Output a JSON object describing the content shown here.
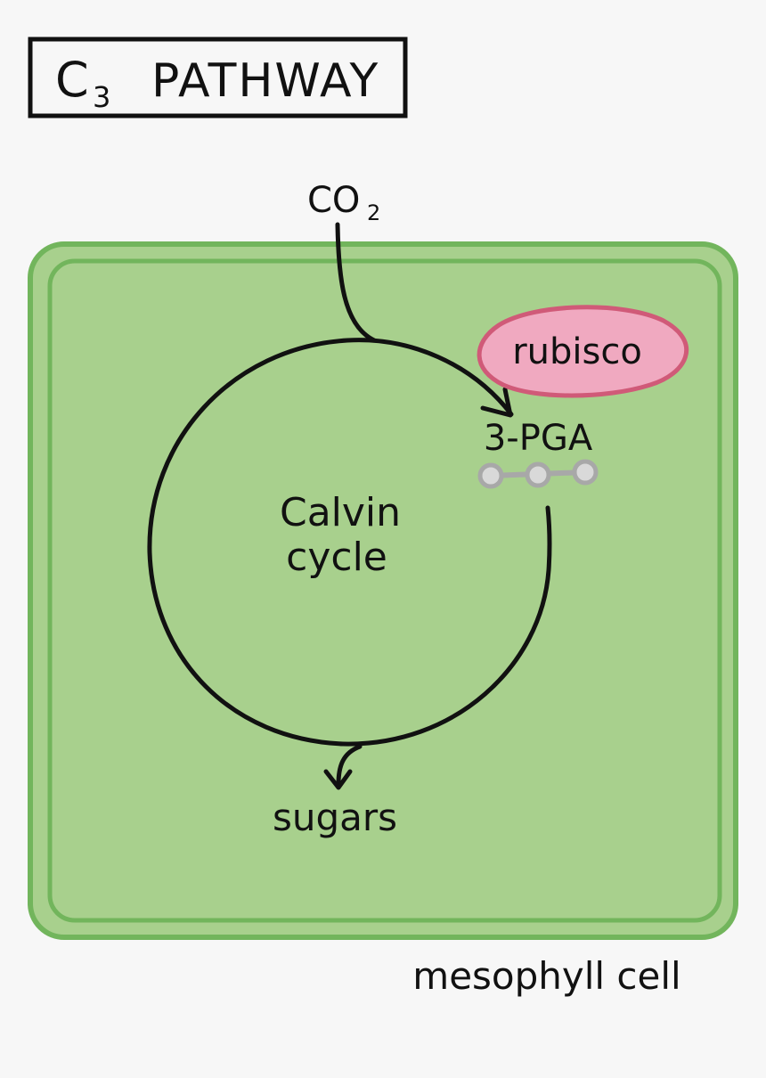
{
  "title": {
    "prefix": "C",
    "subscript": "3",
    "text": "PATHWAY"
  },
  "co2": {
    "main": "CO",
    "subscript": "2"
  },
  "enzyme": "rubisco",
  "product": "3-PGA",
  "cycle": {
    "line1": "Calvin",
    "line2": "cycle"
  },
  "output": "sugars",
  "cell_label": "mesophyll cell",
  "colors": {
    "background": "#f7f7f7",
    "cell_fill": "#a8d08d",
    "cell_border": "#72b55c",
    "rubisco_fill": "#f0a9c0",
    "rubisco_border": "#d05a78",
    "molecule": "#a8a8a8",
    "ink": "#111111"
  }
}
